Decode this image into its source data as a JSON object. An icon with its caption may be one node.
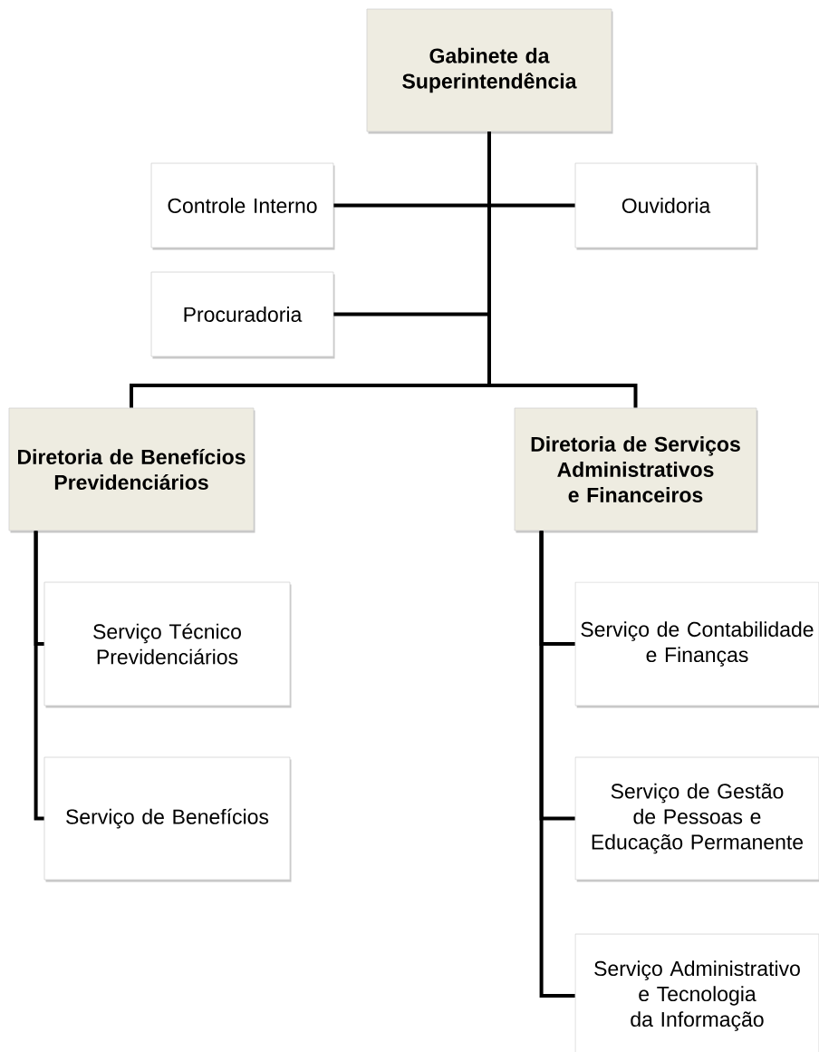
{
  "diagram": {
    "nodes": [
      {
        "text": [
          "Gabinete da Superintendência"
        ]
      },
      {
        "text": [
          "Controle Interno"
        ]
      },
      {
        "text": [
          "Ouvidoria"
        ]
      },
      {
        "text": [
          "Procuradoria"
        ]
      },
      {
        "text": [
          "Diretoria de Benefícios Previdenciários"
        ]
      },
      {
        "text": [
          "Diretoria de Serviços Administrativos e Financeiros"
        ]
      },
      {
        "text": [
          "Serviço Técnico Previdenciários"
        ]
      },
      {
        "text": [
          "Serviço de Benefícios"
        ]
      },
      {
        "text": [
          "Serviço de Contabilidade e Finanças"
        ]
      },
      {
        "text": [
          "Serviço de Gestão de Pessoas e Educação Permanente"
        ]
      },
      {
        "text": [
          "Serviço Administrativo e Tecnologia da Informação"
        ]
      }
    ],
    "edges": [
      {
        "from": 0,
        "to": 1,
        "arrow": "none"
      },
      {
        "from": 0,
        "to": 2,
        "arrow": "none"
      },
      {
        "from": 0,
        "to": 3,
        "arrow": "none"
      },
      {
        "from": 0,
        "to": 4,
        "arrow": "none"
      },
      {
        "from": 0,
        "to": 5,
        "arrow": "none"
      },
      {
        "from": 4,
        "to": 6,
        "arrow": "none"
      },
      {
        "from": 4,
        "to": 7,
        "arrow": "none"
      },
      {
        "from": 5,
        "to": 8,
        "arrow": "none"
      },
      {
        "from": 5,
        "to": 9,
        "arrow": "none"
      },
      {
        "from": 5,
        "to": 10,
        "arrow": "none"
      }
    ]
  }
}
